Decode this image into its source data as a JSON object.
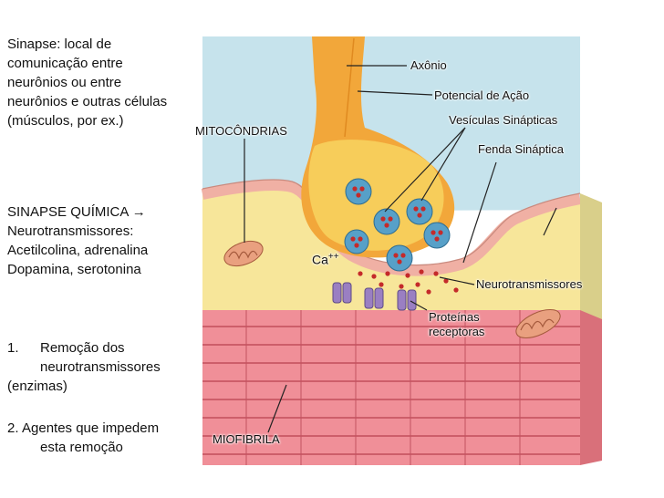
{
  "intro": {
    "lines": [
      "Sinapse: local de",
      "comunicação entre",
      "neurônios ou entre",
      "neurônios e outras células",
      "(músculos, por ex.)"
    ]
  },
  "chemical": {
    "heading": "SINAPSE QUÍMICA",
    "arrow": "→",
    "line2": "Neurotransmissores:",
    "line3": "Acetilcolina, adrenalina",
    "line4": "Dopamina, serotonina"
  },
  "list": {
    "item1_num": "1.",
    "item1_l1": "Remoção dos",
    "item1_l2": "neurotransmissores",
    "item1_l3": "(enzimas)",
    "item2_num": "2.",
    "item2_l1": "Agentes que impedem",
    "item2_l2": "esta remoção"
  },
  "labels": {
    "axonio": "Axônio",
    "potencial": "Potencial de Ação",
    "vesiculas": "Vesículas Sinápticas",
    "fenda": "Fenda Sináptica",
    "mitocondrias": "MITOCÔNDRIAS",
    "neuro": "Neurotransmissores",
    "proteinas_l1": "Proteínas",
    "proteinas_l2": "receptoras",
    "miofibrila": "MIOFIBRILA",
    "calcium": "Ca",
    "calcium_charge": "++"
  },
  "colors": {
    "extracellular": "#c6e3ec",
    "axon": "#f2a73a",
    "terminal": "#f7cd5a",
    "muscle_surface": "#f7e69a",
    "membrane": "#f0b0a4",
    "myofibril": "#f08f98",
    "vesicle": "#57a0c8",
    "transmitter": "#c42a2a"
  }
}
